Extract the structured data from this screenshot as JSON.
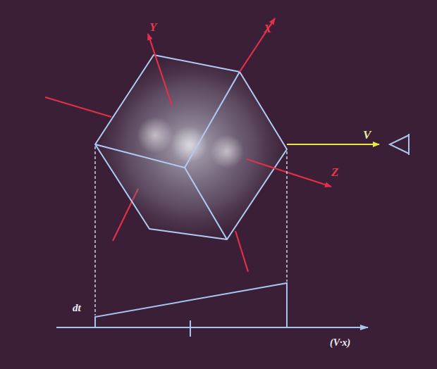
{
  "diagram": {
    "labels": [
      "Y",
      "X",
      "V",
      "Z",
      "dt",
      "(V·x)"
    ]
  }
}
